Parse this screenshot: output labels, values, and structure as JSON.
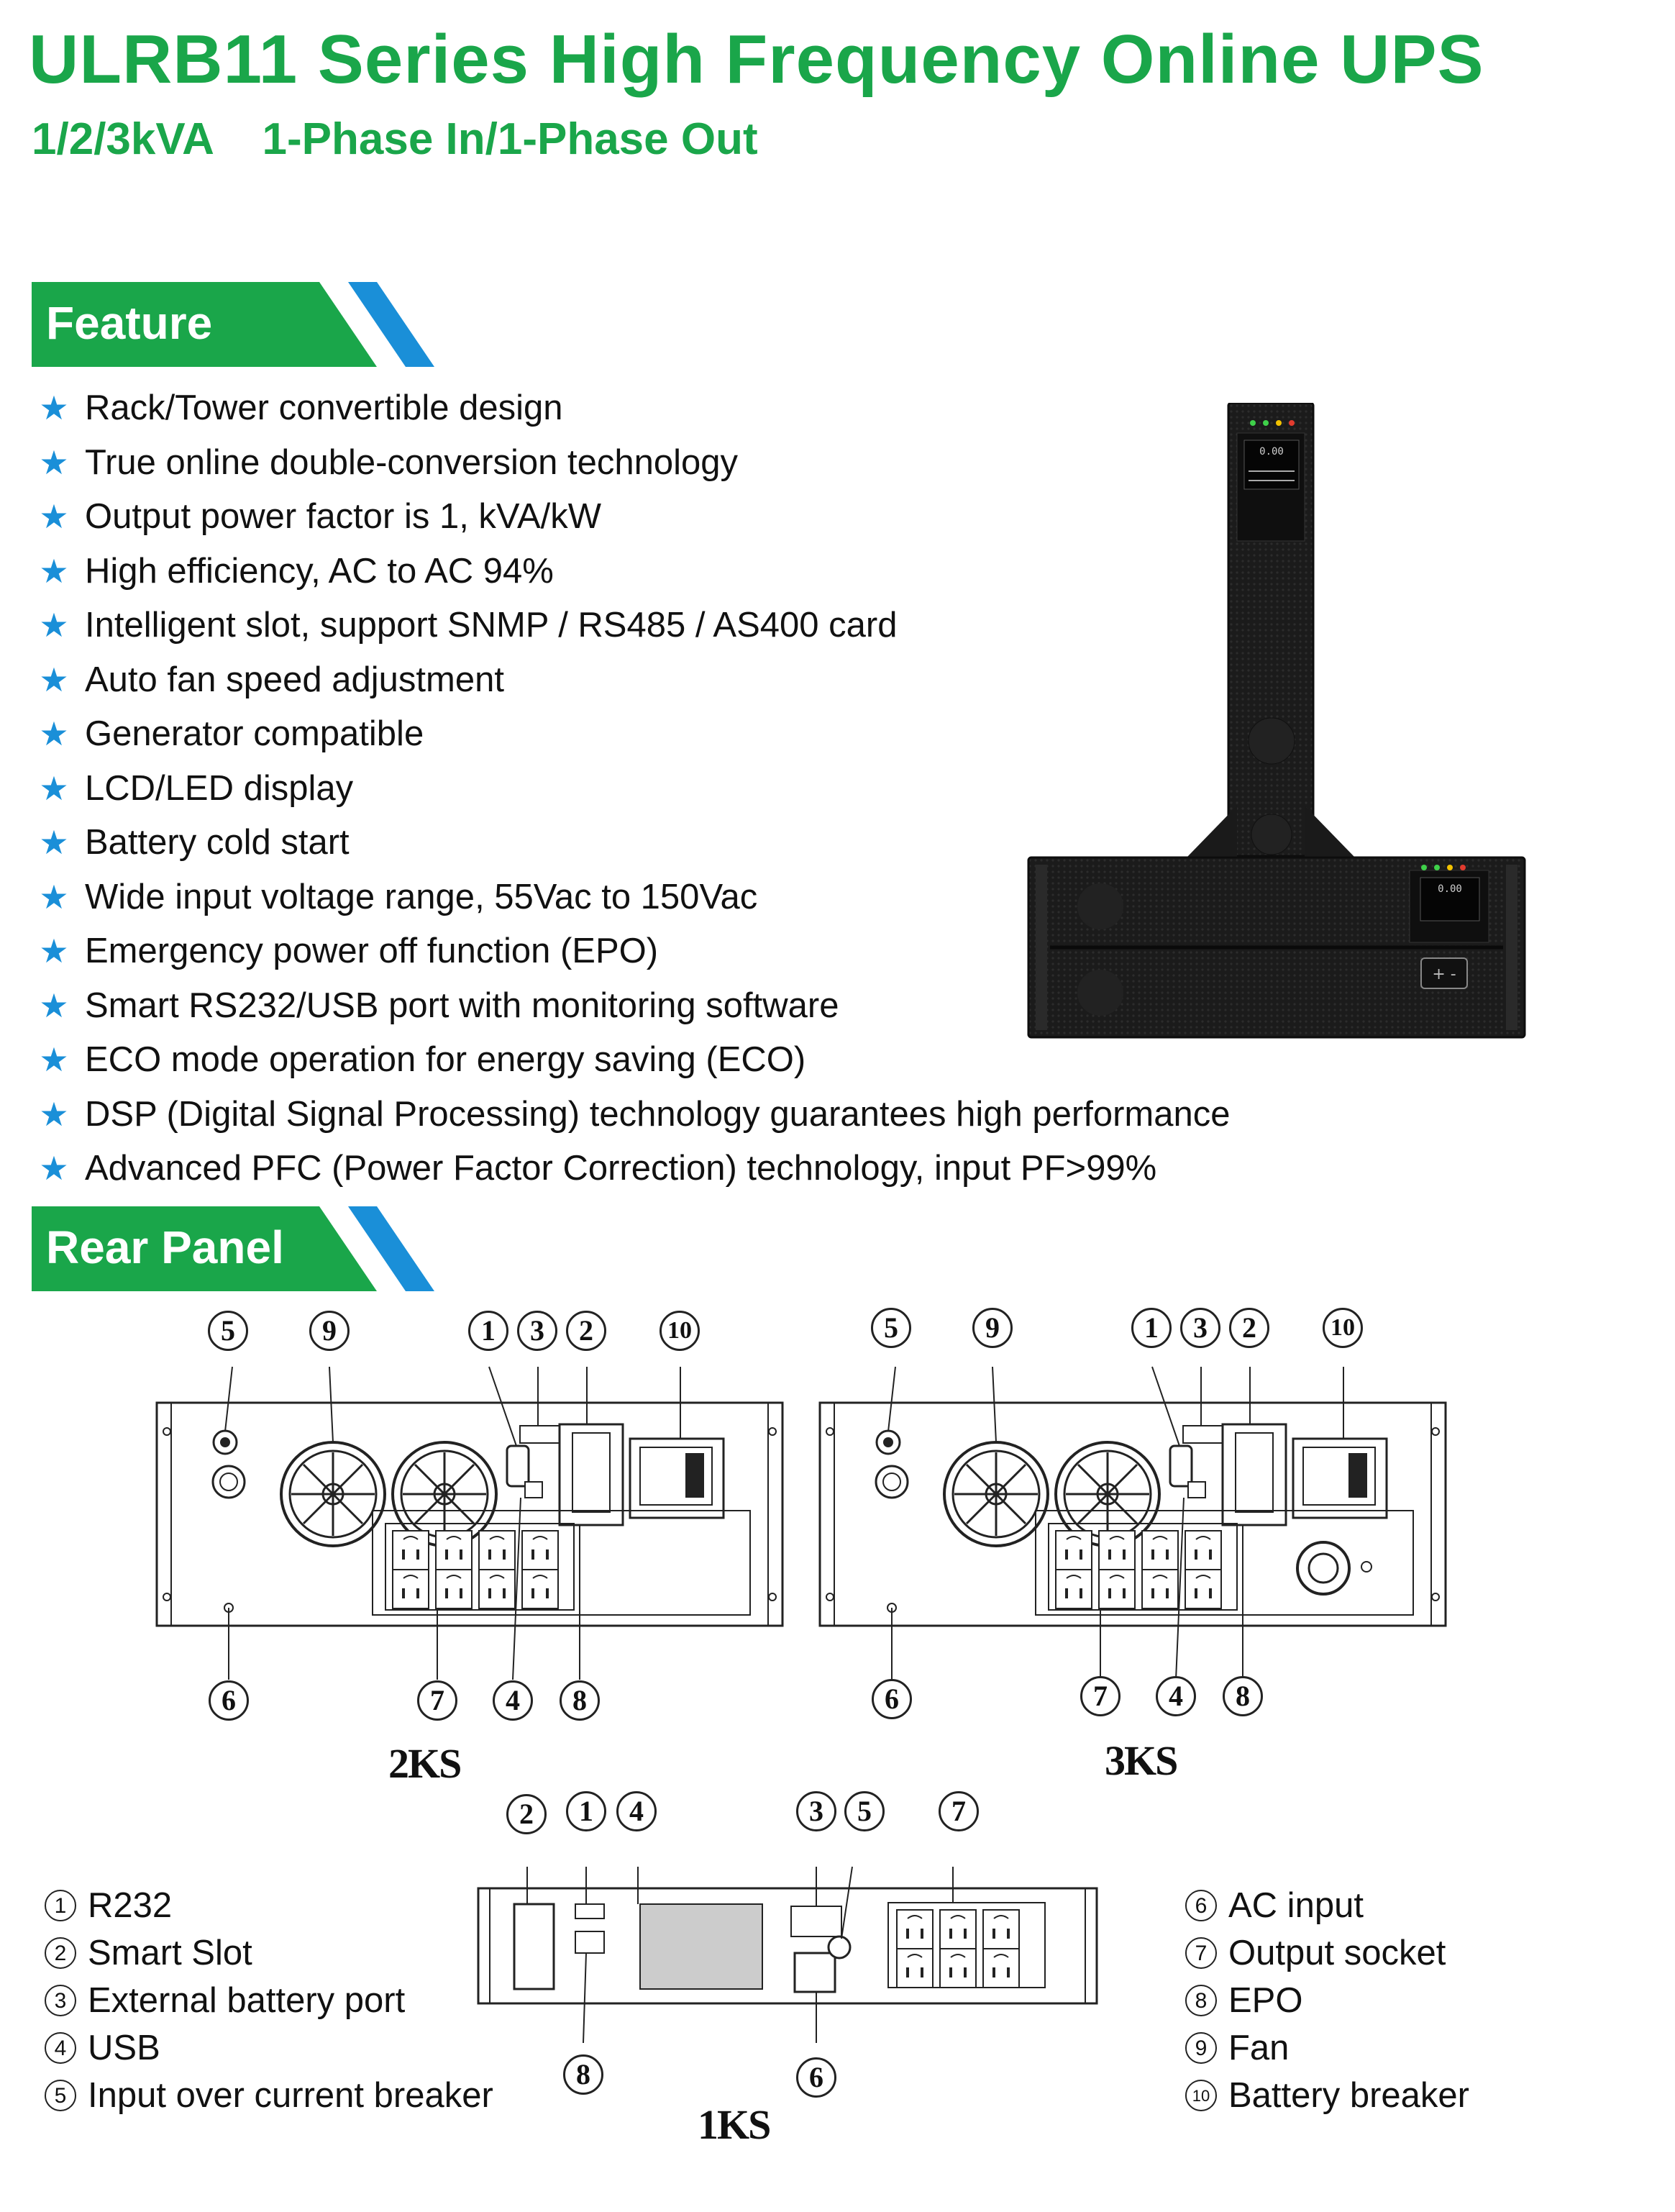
{
  "header": {
    "title": "ULRB11 Series High Frequency Online UPS",
    "subtitle": "1/2/3kVA    1-Phase In/1-Phase Out"
  },
  "colors": {
    "brand_green": "#1aa64a",
    "accent_blue": "#1a8fd8"
  },
  "feature_section": {
    "heading": "Feature",
    "bullet_icon": "star-icon",
    "items": [
      "Rack/Tower convertible design",
      "True online double-conversion technology",
      "Output power factor is 1, kVA/kW",
      "High efficiency, AC to AC 94%",
      "Intelligent slot, support SNMP / RS485 / AS400 card",
      "Auto fan speed adjustment",
      "Generator compatible",
      "LCD/LED display",
      "Battery cold start",
      "Wide input voltage range, 55Vac to 150Vac",
      "Emergency power off function (EPO)",
      "Smart RS232/USB port with monitoring software",
      "ECO mode operation for energy saving (ECO)",
      "DSP (Digital Signal Processing) technology guarantees high performance",
      "Advanced PFC (Power Factor Correction) technology, input PF>99%"
    ],
    "product_display": {
      "lcd_readout": "0.00",
      "battery_badge": "+ -"
    }
  },
  "rear_panel": {
    "heading": "Rear Panel",
    "models": [
      "2KS",
      "3KS",
      "1KS"
    ],
    "callouts": {
      "top_row": [
        "5",
        "9",
        "1",
        "3",
        "2",
        "10"
      ],
      "bottom_row": [
        "6",
        "7",
        "4",
        "8"
      ],
      "one_ks_top": [
        "2",
        "1",
        "4",
        "3",
        "5",
        "7"
      ],
      "one_ks_bottom": [
        "8",
        "6"
      ]
    },
    "legend_left": [
      {
        "num": "1",
        "label": "R232"
      },
      {
        "num": "2",
        "label": "Smart Slot"
      },
      {
        "num": "3",
        "label": "External battery port"
      },
      {
        "num": "4",
        "label": "USB"
      },
      {
        "num": "5",
        "label": "Input over current breaker"
      }
    ],
    "legend_right": [
      {
        "num": "6",
        "label": "AC input"
      },
      {
        "num": "7",
        "label": "Output socket"
      },
      {
        "num": "8",
        "label": "EPO"
      },
      {
        "num": "9",
        "label": "Fan"
      },
      {
        "num": "10",
        "label": "Battery breaker"
      }
    ]
  }
}
